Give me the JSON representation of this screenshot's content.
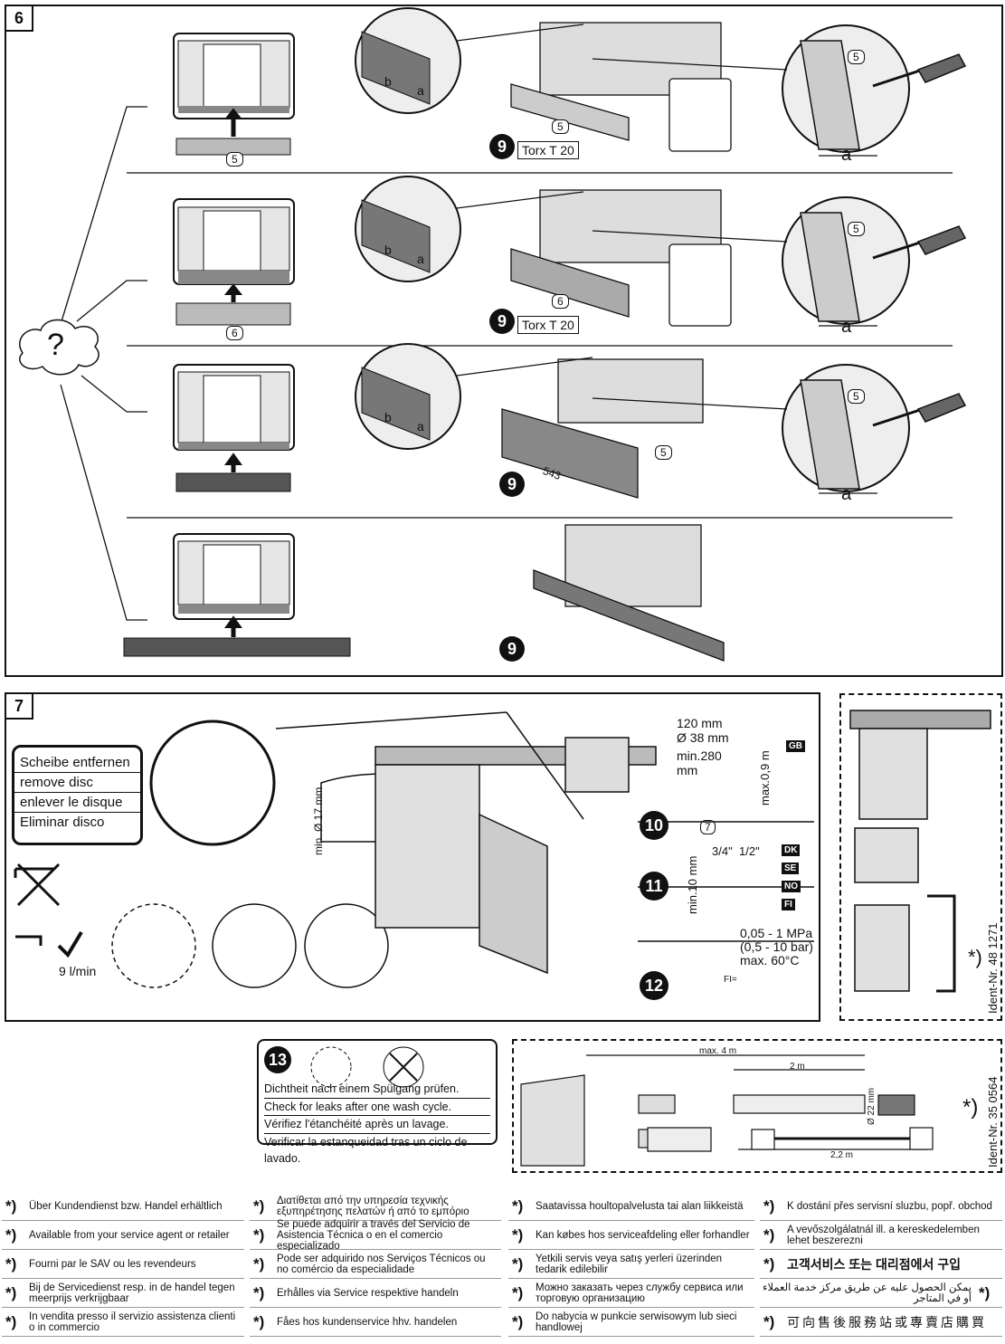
{
  "section6": {
    "number": "6",
    "question_mark": "?",
    "row1": {
      "plinth_num": "5",
      "screw_num": "9",
      "torx": "Torx T 20",
      "panel_num": "5",
      "tool_num": "5",
      "a": "a",
      "b": "b",
      "a_small": "a"
    },
    "row2": {
      "plinth_num": "6",
      "screw_num": "9",
      "torx": "Torx T 20",
      "panel_num": "6",
      "tool_num": "5",
      "a": "a",
      "b": "b",
      "a_small": "a"
    },
    "row3": {
      "screw_num": "9",
      "clip_num": "5",
      "dim": "543",
      "tool_num": "5",
      "a": "a",
      "b": "b",
      "a_small": "a"
    },
    "row4": {
      "screw_num": "9"
    }
  },
  "section7": {
    "number": "7",
    "disc_labels": [
      "Scheibe entfernen",
      "remove disc",
      "enlever le disque",
      "Eliminar disco"
    ],
    "flow": "9 l/min",
    "min_diam": "min. Ø 17 mm",
    "steps": [
      "10",
      "11",
      "12"
    ],
    "drain": {
      "h1": "120 mm",
      "d": "Ø 38 mm",
      "min": "min.280",
      "mm": "mm",
      "max": "max.0,9 m",
      "gb": "GB",
      "seven": "7"
    },
    "inlet": {
      "min": "min.10 mm",
      "t1": "3/4\"",
      "t2": "1/2\"",
      "codes": [
        "DK",
        "SE",
        "NO",
        "FI"
      ],
      "pressure1": "0,05 - 1 MPa",
      "pressure2": "(0,5 - 10 bar)",
      "temp": "max. 60°C",
      "fi": "FI="
    },
    "ident": "Ident-Nr. 48 1271",
    "star": "*)"
  },
  "section13": {
    "number": "13",
    "lines": [
      "Dichtheit nach einem Spülgang prüfen.",
      "Check for leaks after one wash cycle.",
      "Vérifiez l'étanchéité après un lavage.",
      "Verificar la estanqueidad tras un ciclo de lavado."
    ]
  },
  "hose_kit": {
    "max": "max. 4 m",
    "two": "2 m",
    "d22": "Ø 22 mm",
    "two2": "2,2 m",
    "star": "*)",
    "ident": "Ident-Nr. 35 0564"
  },
  "footnotes": {
    "star": "*)",
    "col1": [
      "Über Kundendienst bzw. Handel erhältlich",
      "Available from your service agent or retailer",
      "Fourni par le SAV ou les revendeurs",
      "Bij de Servicedienst resp. in de handel tegen meerprijs verkrijgbaar",
      "In vendita presso il servizio assistenza clienti o in commercio"
    ],
    "col2": [
      "Διατίθεται από την υπηρεσία τεχνικής εξυπηρέτησης πελατών ή από το εμπόριο",
      "Se puede adquirir a través del Servicio de Asistencia Técnica o en el comercio especializado",
      "Pode ser adquirido nos Serviços Técnicos ou no comércio da especialidade",
      "Erhålles via Service respektive handeln",
      "Fåes hos kundenservice hhv. handelen"
    ],
    "col3": [
      "Saatavissa houltopalvelusta tai alan liikkeistä",
      "Kan købes hos serviceafdeling eller forhandler",
      "Yetkili servis veya satış yerleri üzerinden tedarik edilebilir",
      "Можно заказать через службу сервиса или торговую организацию",
      "Do nabycia w punkcie serwisowym lub sieci handlowej"
    ],
    "col4": [
      "K dostání přes servisní sluzbu, popř. obchod",
      "A vevőszolgálatnál ill. a kereskedelemben lehet beszerezni",
      "고객서비스 또는 대리점에서 구입",
      "يمكن الحصول عليه عن طريق مركز خدمة العملاء أو في المتاجر",
      "可向售後服務站或專賣店購買"
    ]
  }
}
